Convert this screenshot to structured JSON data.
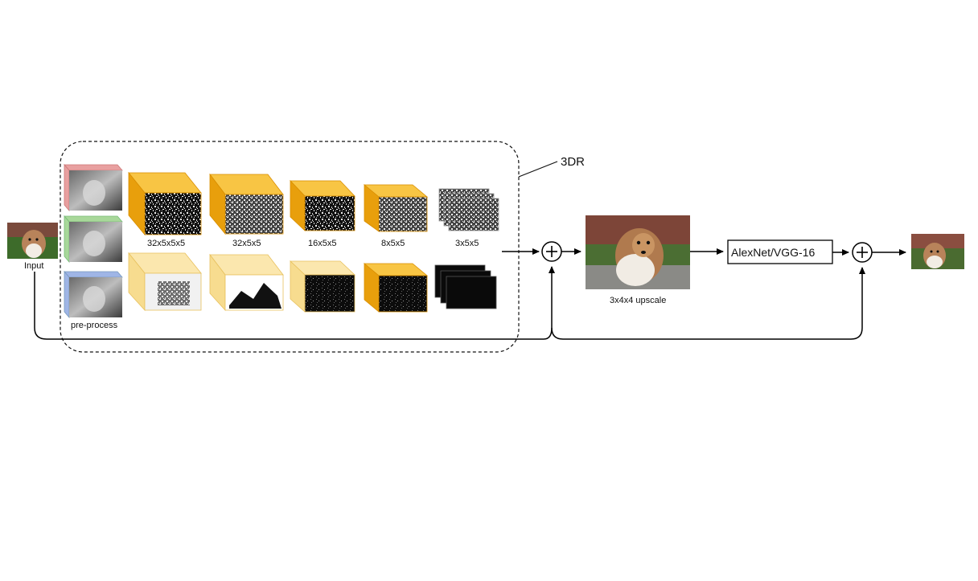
{
  "labels": {
    "input": "Input",
    "preprocess": "pre-process",
    "group": "3DR",
    "upscale": "3x4x4 upscale",
    "network": "AlexNet/VGG-16"
  },
  "layers": [
    "32x5x5x5",
    "32x5x5",
    "16x5x5",
    "8x5x5",
    "3x5x5"
  ],
  "colors": {
    "cube_orange": "#f5b21a",
    "cube_orange_dark": "#d98e00",
    "cube_yellow": "#f7dc8f",
    "cube_yellow_dark": "#e8c15e",
    "channel_red": "#e8a0a0",
    "channel_green": "#a8d89a",
    "channel_blue": "#9fb5e6"
  }
}
